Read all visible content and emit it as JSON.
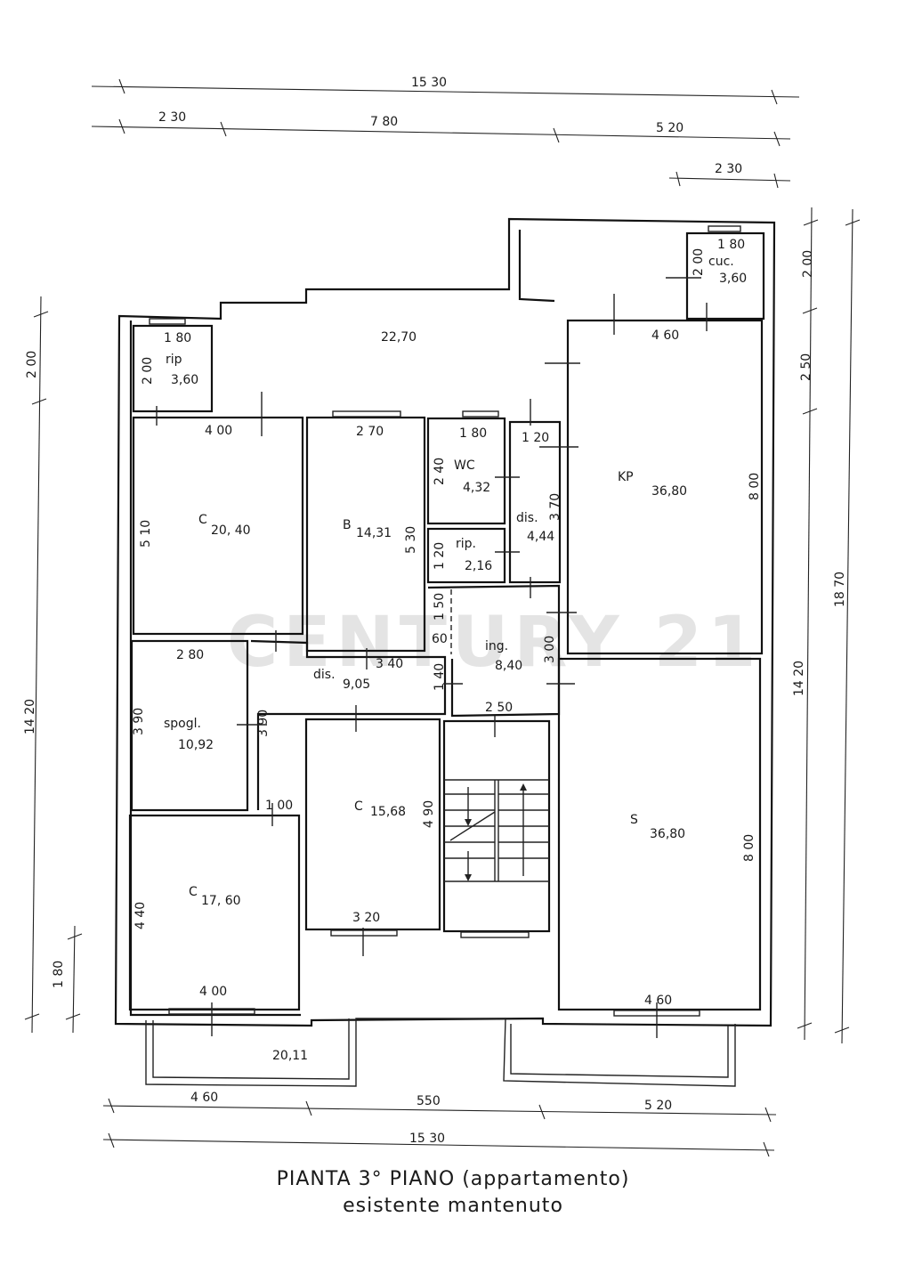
{
  "watermark": "CENTURY 21",
  "dimensions": {
    "top_total": "15 30",
    "top_a": "2 30",
    "top_b": "7 80",
    "top_c": "5 20",
    "top_d": "2 30",
    "bottom_a": "4 60",
    "bottom_b": "550",
    "bottom_c": "5 20",
    "bottom_total": "15 30",
    "left_a": "2 00",
    "left_b": "14 20",
    "left_c": "1 80",
    "right_a": "2 00",
    "right_b": "2 50",
    "right_c": "14 20",
    "right_total": "18 70"
  },
  "rooms": {
    "rip_top": {
      "name": "rip",
      "area": "3,60",
      "w": "1 80",
      "h": "2 00"
    },
    "cuc": {
      "name": "cuc.",
      "area": "3,60",
      "w": "1 80",
      "h": "2 00"
    },
    "terrace_top": {
      "area": "22,70"
    },
    "camera_1": {
      "name": "C",
      "area": "20, 40",
      "w": "4 00",
      "h": "5 10"
    },
    "bagno": {
      "name": "B",
      "area": "14,31",
      "w": "2 70",
      "h": "5 30"
    },
    "wc": {
      "name": "WC",
      "area": "4,32",
      "w": "1 80",
      "h": "2 40"
    },
    "rip_mid": {
      "name": "rip.",
      "area": "2,16",
      "h": "1 20"
    },
    "dis_small": {
      "name": "dis.",
      "area": "4,44",
      "w": "1 20",
      "h": "3 70"
    },
    "kp": {
      "name": "KP",
      "area": "36,80",
      "w": "4 60",
      "h": "8 00"
    },
    "ing": {
      "name": "ing.",
      "area": "8,40",
      "h_a": "1 50",
      "h_b": "60",
      "h_c": "3 00",
      "w": "2 50"
    },
    "dis": {
      "name": "dis.",
      "area": "9,05",
      "w": "3 40",
      "h": "1 40"
    },
    "spogl": {
      "name": "spogl.",
      "area": "10,92",
      "w": "2 80",
      "h": "3 90",
      "h2": "3 90",
      "w2": "1 00"
    },
    "camera_2": {
      "name": "C",
      "area": "15,68",
      "w": "3 20",
      "h": "4 90"
    },
    "camera_3": {
      "name": "C",
      "area": "17, 60",
      "w": "4 00",
      "h": "4 40"
    },
    "soggiorno": {
      "name": "S",
      "area": "36,80",
      "w": "4 60",
      "h": "8 00"
    },
    "terrace_bottom": {
      "area": "20,11"
    }
  },
  "caption": {
    "line1": "PIANTA  3° PIANO  (appartamento)",
    "line2": "esistente mantenuto"
  }
}
